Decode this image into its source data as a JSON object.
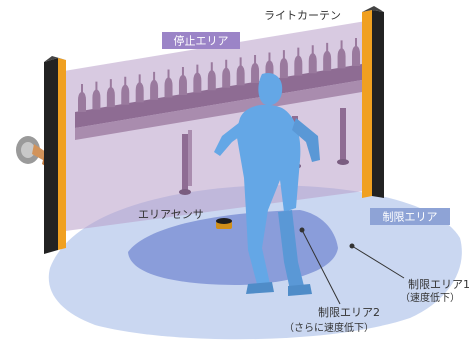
{
  "labels": {
    "light_curtain": "ライトカーテン",
    "stop_area": "停止エリア",
    "area_sensor": "エリアセンサ",
    "limit_area": "制限エリア",
    "limit_area_1": "制限エリア1",
    "limit_area_1_note": "（速度低下）",
    "limit_area_2": "制限エリア2",
    "limit_area_2_note": "（さらに速度低下）"
  },
  "colors": {
    "stop_area_fill": "#b89ec8",
    "stop_tag": "#9b84c7",
    "limit_tag": "#8ea3d6",
    "floor_outer": "#c4d3ef",
    "floor_inner": "#7f93d6",
    "person": "#64a7e6",
    "pillar": "#222222",
    "pillar_accent": "#f0a020",
    "machine": "#9a7a9e"
  },
  "icons": {
    "light_curtain_post": "light-curtain-post-icon",
    "area_sensor": "area-sensor-icon",
    "robot_arm": "robot-arm-icon"
  }
}
